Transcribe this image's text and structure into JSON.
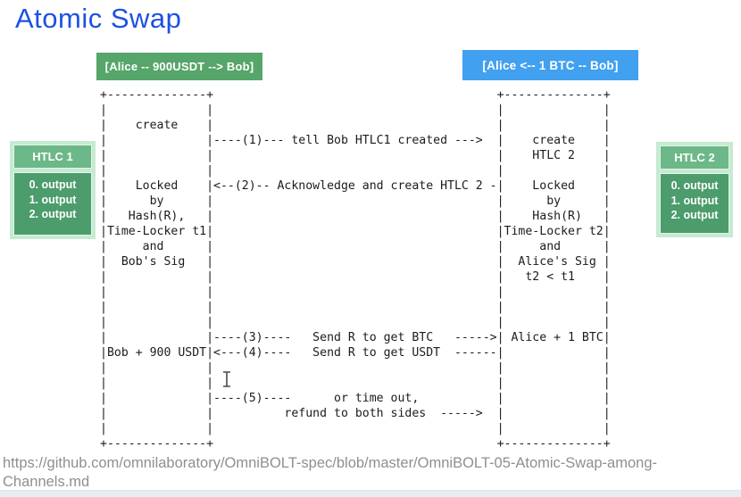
{
  "title": "Atomic Swap",
  "channels": {
    "usdt_label": "[Alice -- 900USDT --> Bob]",
    "btc_label": "[Alice <-- 1 BTC -- Bob]"
  },
  "htlc1": {
    "title": "HTLC 1",
    "outputs": [
      "0. output",
      "1. output",
      "2. output"
    ]
  },
  "htlc2": {
    "title": "HTLC 2",
    "outputs": [
      "0. output",
      "1. output",
      "2. output"
    ]
  },
  "diagram": {
    "ascii": "+--------------+                                        +--------------+\n|              |                                        |              |\n|    create    |                                        |              |\n|              |----(1)--- tell Bob HTLC1 created --->  |    create    |\n|              |                                        |    HTLC 2    |\n|              |                                        |              |\n|    Locked    |<--(2)-- Acknowledge and create HTLC 2 -|    Locked    |\n|      by      |                                        |      by      |\n|   Hash(R),   |                                        |    Hash(R)   |\n|Time-Locker t1|                                        |Time-Locker t2|\n|     and      |                                        |     and      |\n|  Bob's Sig   |                                        |  Alice's Sig |\n|              |                                        |   t2 < t1    |\n|              |                                        |              |\n|              |                                        |              |\n|              |                                        |              |\n|              |----(3)----   Send R to get BTC   ----->| Alice + 1 BTC|\n|Bob + 900 USDT|<---(4)----   Send R to get USDT  ------|              |\n|              |                                        |              |\n|              |                                        |              |\n|              |----(5)----      or time out,           |              |\n|              |          refund to both sides  ----->  |              |\n|              |                                        |              |\n+--------------+                                        +--------------+"
  },
  "footer": {
    "url_line1": "https://github.com/omnilaboratory/OmniBOLT-spec/blob/master/OmniBOLT-05-Atomic-Swap-among-",
    "url_line2": "Channels.md"
  },
  "colors": {
    "title_blue": "#1d51e3",
    "channel_green": "#56a56a",
    "channel_blue": "#41a0ef",
    "htlc_frame_mint": "#c6ead2",
    "htlc_header_green": "#6cb888",
    "htlc_body_green": "#4c9c6c",
    "footer_gray": "#8f8f8f"
  }
}
